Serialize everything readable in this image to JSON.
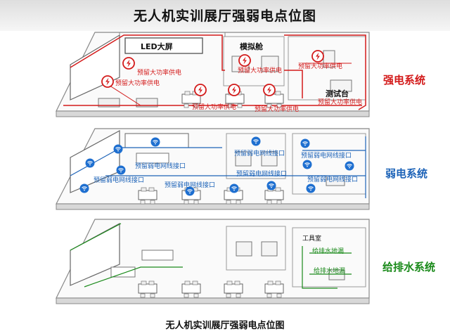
{
  "title": "无人机实训展厅强弱电点位图",
  "caption": "无人机实训展厅强弱电点位图",
  "colors": {
    "strong": "#d31a1a",
    "weak": "#1d63b8",
    "water": "#1a8a1a"
  },
  "systems": {
    "strong": {
      "label": "强电系统",
      "rooms": {
        "led": "LED大屏",
        "sim": "模拟舱",
        "test": "测试台"
      },
      "power_label": "预留大功率供电",
      "icon": "lightning-icon"
    },
    "weak": {
      "label": "弱电系统",
      "port_label": "预留弱电网线接口",
      "icon": "wifi-icon"
    },
    "water": {
      "label": "给排水系统",
      "room": "工具室",
      "leak_label": "给排水地漏"
    }
  }
}
